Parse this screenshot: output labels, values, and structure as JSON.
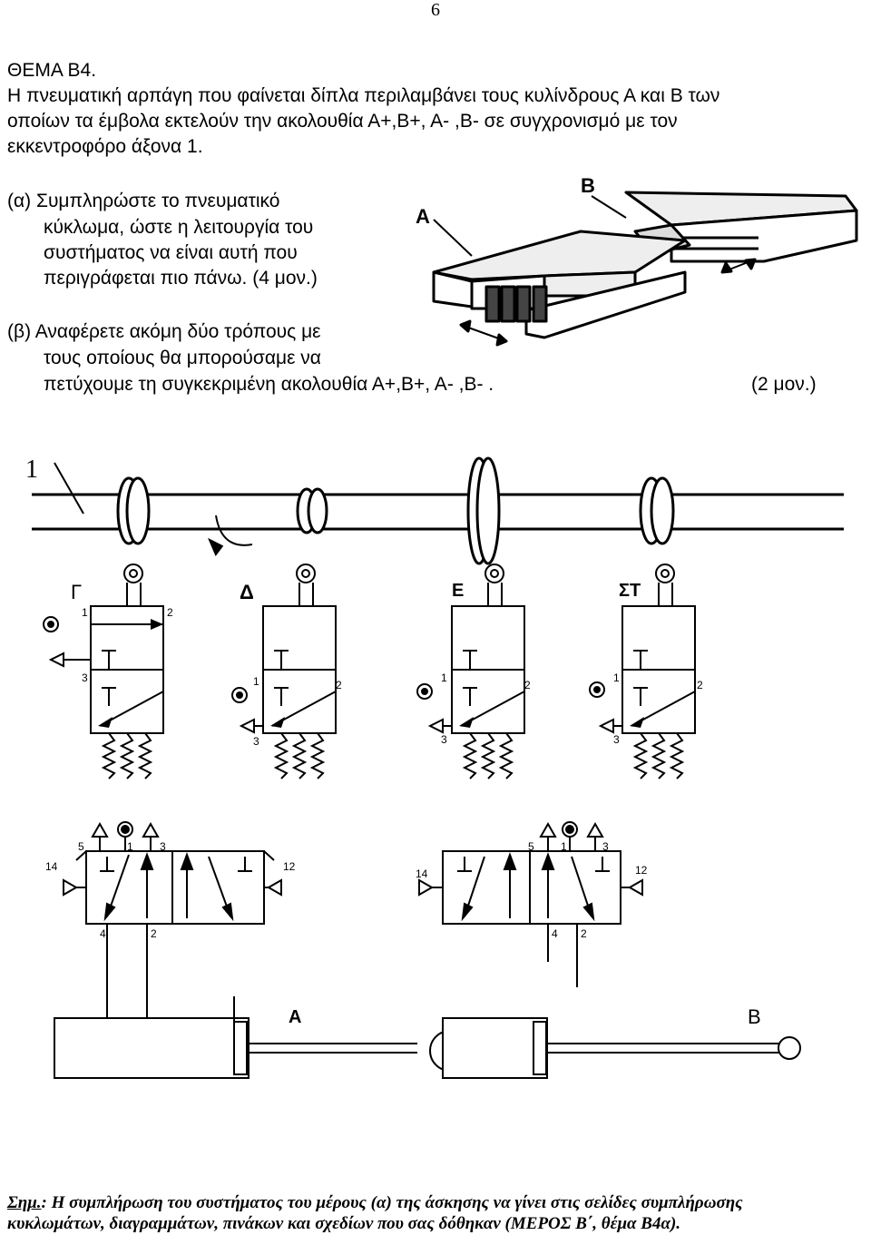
{
  "page_number": "6",
  "heading": "ΘΕΜΑ Β4.",
  "intro": [
    "Η πνευματική αρπάγη που φαίνεται δίπλα περιλαμβάνει τους κυλίνδρους Α και Β των",
    "οποίων τα έμβολα εκτελούν την ακολουθία Α+,Β+, Α- ,Β- σε συγχρονισμό με τον",
    "εκκεντροφόρο άξονα 1."
  ],
  "question_a": [
    "(α) Συμπληρώστε το πνευματικό",
    "κύκλωμα, ώστε η λειτουργία του",
    "συστήματος να είναι αυτή που",
    "περιγράφεται πιο πάνω.  (4 μον.)"
  ],
  "question_b": [
    "(β) Αναφέρετε ακόμη δύο τρόπους με",
    "τους οποίους θα μπορούσαμε να",
    "πετύχουμε  τη συγκεκριμένη ακολουθία  Α+,Β+, Α- ,Β- ."
  ],
  "question_b_marks": "(2 μον.)",
  "figure_labels": {
    "gripper_a": "A",
    "gripper_b": "B",
    "shaft": "1",
    "valve_gamma": "Γ",
    "valve_delta": "Δ",
    "valve_epsilon": "Ε",
    "valve_st": "ΣΤ",
    "cylinder_a": "A",
    "cylinder_b": "B",
    "port_1": "1",
    "port_2": "2",
    "port_3": "3",
    "port_4": "4",
    "port_5": "5",
    "port_12": "12",
    "port_14": "14"
  },
  "note_label": "Σημ.",
  "note_lines": [
    ": Η συμπλήρωση του συστήματος του μέρους (α) της άσκησης να γίνει στις σελίδες συμπλήρωσης",
    "κυκλωμάτων, διαγραμμάτων, πινάκων και σχεδίων που σας δόθηκαν  (ΜΕΡΟΣ Β΄, θέμα  Β4α)."
  ]
}
